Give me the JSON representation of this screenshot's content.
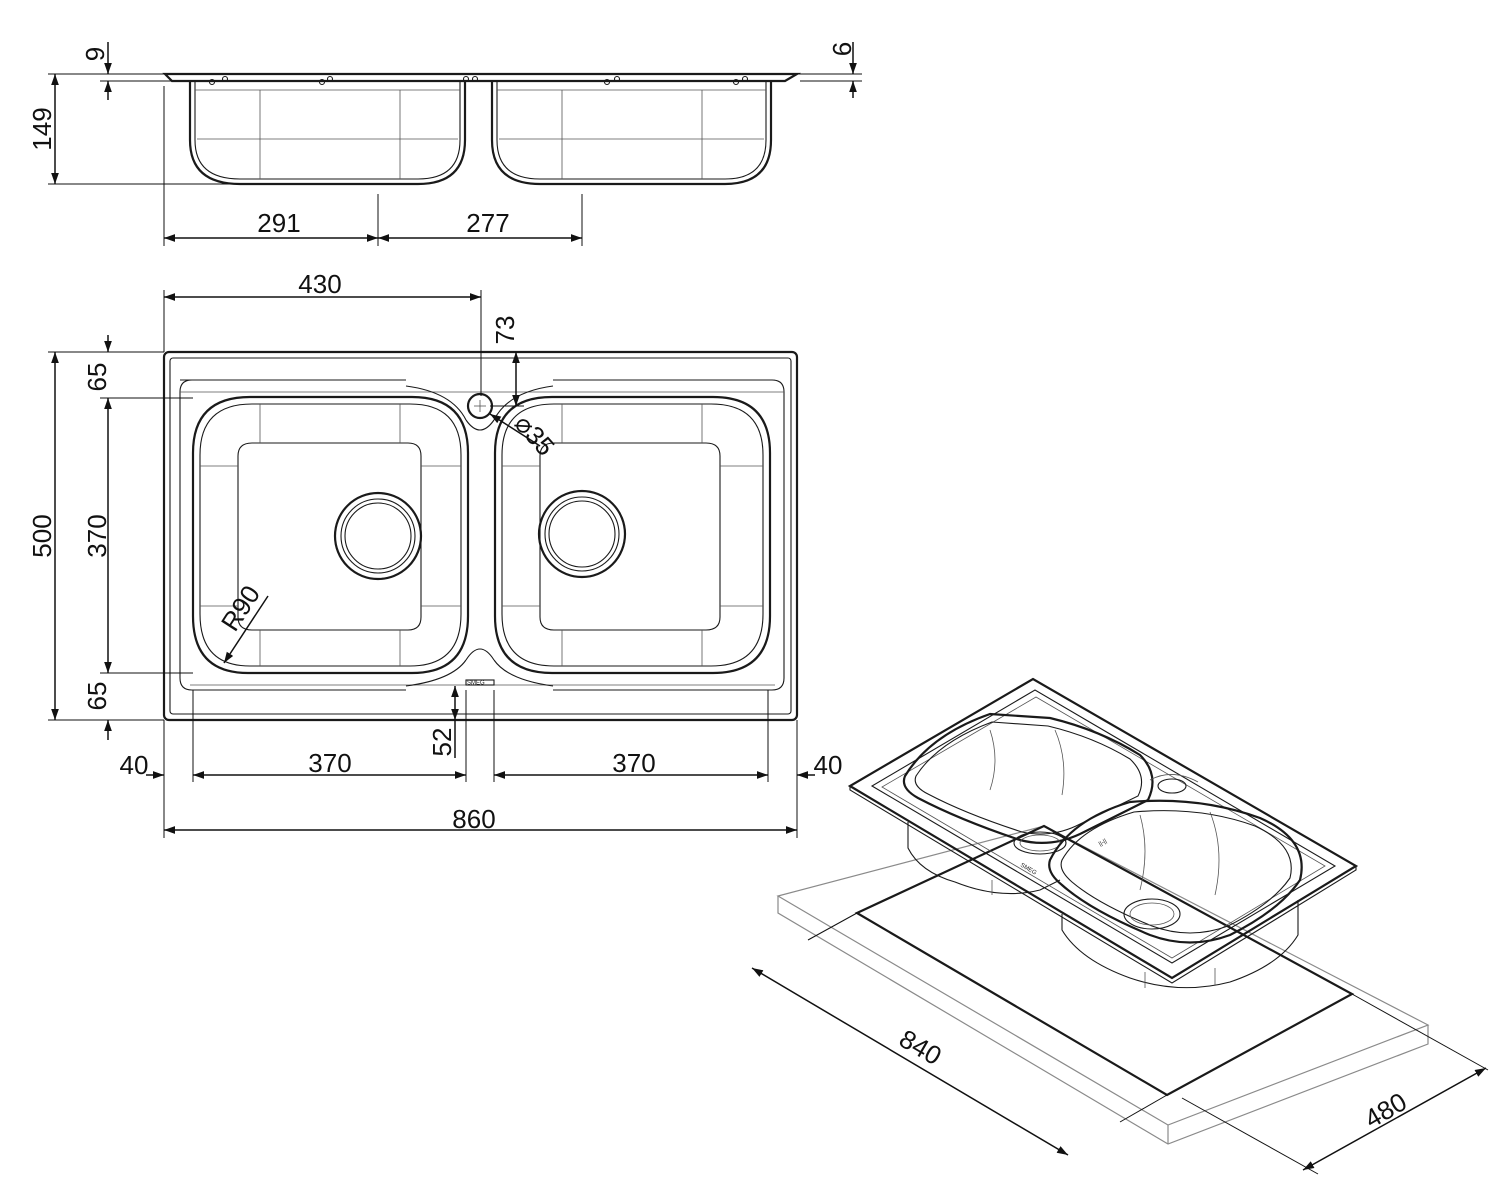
{
  "dimensions": {
    "flange_thickness": "9",
    "rim_height": "6",
    "bowl_depth": "149",
    "left_drain_offset": "291",
    "drain_spacing": "277",
    "tap_hole_offset": "430",
    "tap_hole_from_edge": "73",
    "tap_hole_diameter": "⌀35",
    "overall_depth": "500",
    "top_margin": "65",
    "bowl_depth_plan": "370",
    "bottom_margin": "65",
    "corner_radius": "R90",
    "bridge_offset": "52",
    "left_margin": "40",
    "left_bowl_width": "370",
    "right_bowl_width": "370",
    "right_margin": "40",
    "overall_width": "860",
    "cutout_width": "840",
    "cutout_depth": "480"
  },
  "brand_mark": "SMEG"
}
